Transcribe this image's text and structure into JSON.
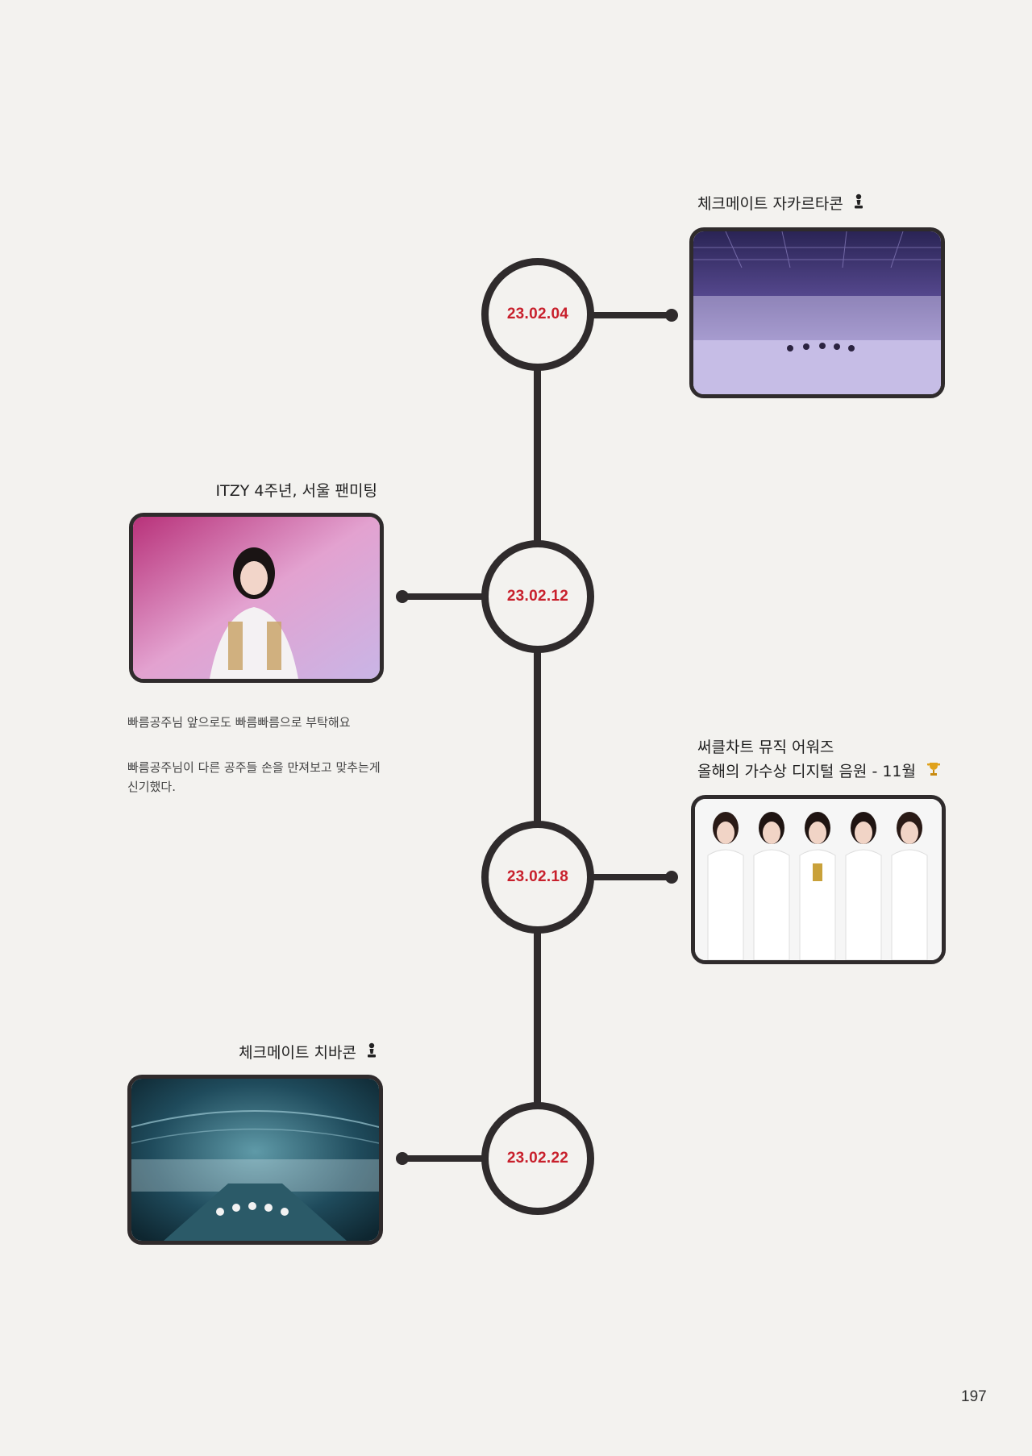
{
  "timeline": [
    {
      "date": "23.02.04",
      "caption_lines": [
        "체크메이트 자카르타콘"
      ],
      "icon": "chess-pawn-icon",
      "side": "right",
      "photo": "concert-arena-purple"
    },
    {
      "date": "23.02.12",
      "caption_lines": [
        "ITZY 4주년, 서울 팬미팅"
      ],
      "icon": "",
      "side": "left",
      "photo": "performer-portrait-pink",
      "notes": [
        "빠름공주님 앞으로도 빠름빠름으로 부탁해요",
        "빠름공주님이 다른 공주들 손을 만져보고 맞추는게 신기했다."
      ]
    },
    {
      "date": "23.02.18",
      "caption_lines": [
        "써클차트 뮤직 어워즈",
        "올해의 가수상 디지털 음원 - 11월"
      ],
      "icon": "trophy-icon",
      "side": "right",
      "photo": "group-white-outfits"
    },
    {
      "date": "23.02.22",
      "caption_lines": [
        "체크메이트 치바콘"
      ],
      "icon": "chess-pawn-icon",
      "side": "left",
      "photo": "concert-arena-teal"
    }
  ],
  "page_number": "197",
  "colors": {
    "background": "#f3f2ef",
    "line": "#2f2b2c",
    "date": "#c8202c"
  }
}
